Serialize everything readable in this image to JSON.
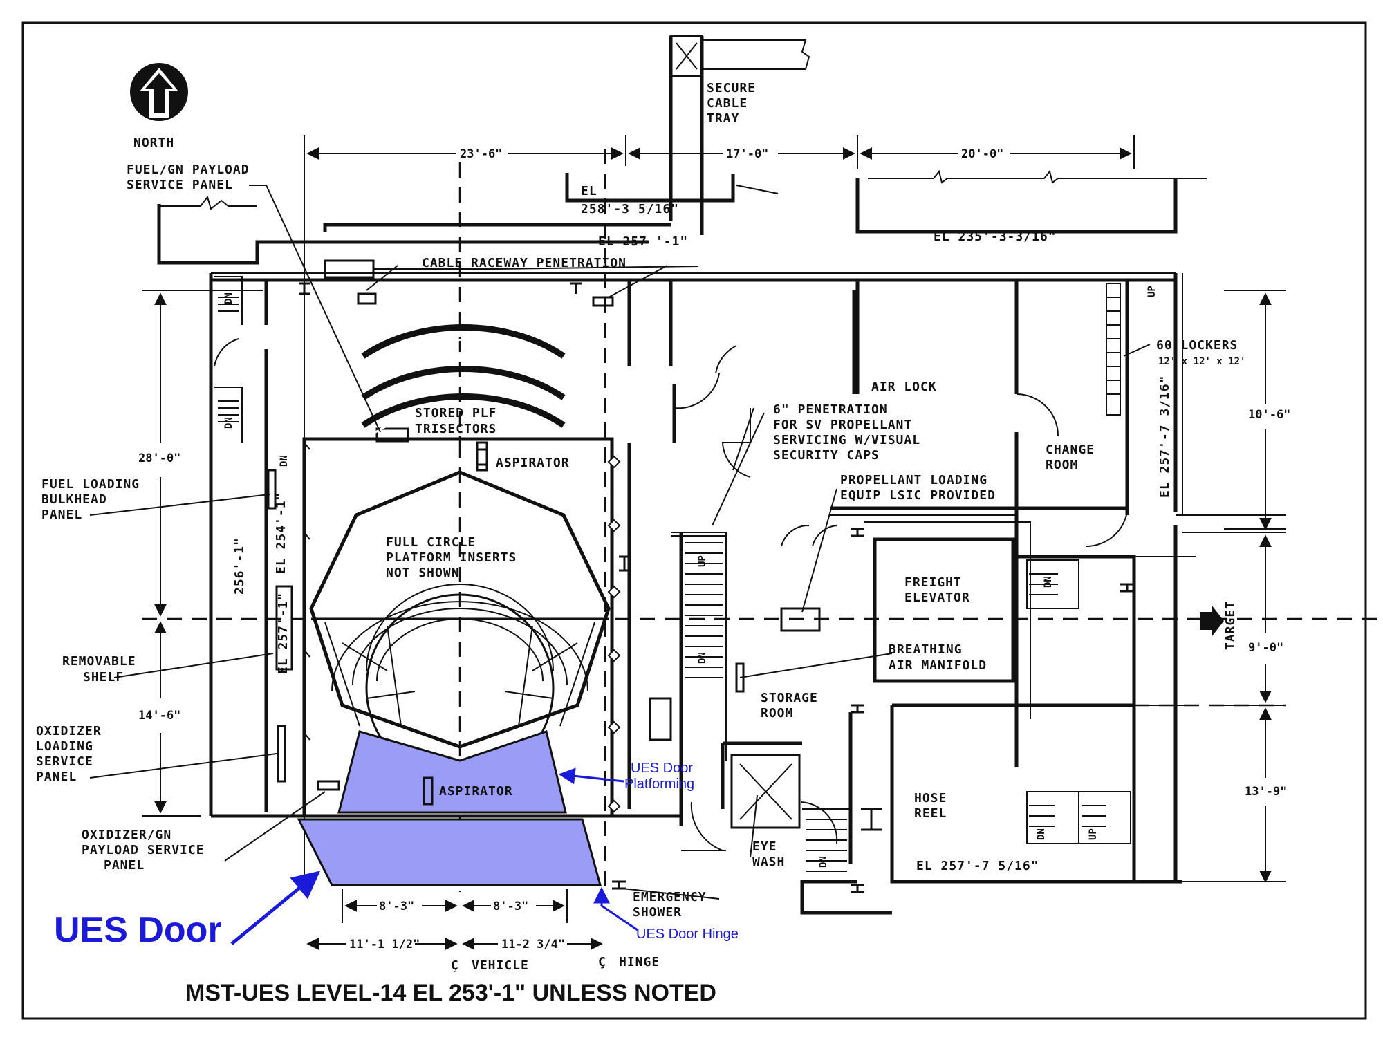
{
  "title": "MST-UES LEVEL-14 EL 253'-1\" UNLESS NOTED",
  "north_label": "NORTH",
  "labels": {
    "secure_cable_tray": [
      "SECURE",
      "CABLE",
      "TRAY"
    ],
    "fuel_gn_payload": [
      "FUEL/GN  PAYLOAD",
      "SERVICE  PANEL"
    ],
    "el_258": [
      "EL",
      "258'-3 5/16\""
    ],
    "el_257_top": "EL 257 '-1\"",
    "el_235": "EL  235'-3-3/16\"",
    "cable_raceway": "CABLE RACEWAY PENETRATION",
    "stored_plf": [
      "STORED PLF",
      "TRISECTORS"
    ],
    "aspirator_top": "ASPIRATOR",
    "aspirator_bottom": "ASPIRATOR",
    "full_circle": [
      "FULL CIRCLE",
      "PLATFORM  INSERTS",
      "NOT SHOWN"
    ],
    "fuel_loading": [
      "FUEL  LOADING",
      "BULKHEAD",
      "PANEL"
    ],
    "removable_shelf": [
      "REMOVABLE",
      "SHELF"
    ],
    "oxidizer_loading": [
      "OXIDIZER",
      "LOADING",
      "SERVICE",
      "PANEL"
    ],
    "oxidizer_gn": [
      "OXIDIZER/GN",
      "PAYLOAD  SERVICE",
      "PANEL"
    ],
    "air_lock": "AIR LOCK",
    "penetration_6": [
      "6\"  PENETRATION",
      "FOR SV PROPELLANT",
      "SERVICING W/VISUAL",
      "SECURITY CAPS"
    ],
    "propellant_loading": [
      "PROPELLANT  LOADING",
      "EQUIP LSIC PROVIDED"
    ],
    "change_room": [
      "CHANGE",
      "ROOM"
    ],
    "lockers": [
      "60  LOCKERS",
      "12' x 12' x 12'"
    ],
    "freight_elevator": [
      "FREIGHT",
      "ELEVATOR"
    ],
    "breathing_air": [
      "BREATHING",
      "AIR MANIFOLD"
    ],
    "storage_room": [
      "STORAGE",
      "ROOM"
    ],
    "hose_reel": [
      "HOSE",
      "REEL"
    ],
    "eye_wash": [
      "EYE",
      "WASH"
    ],
    "emergency_shower": [
      "EMERGENCY",
      "SHOWER"
    ],
    "el_257_bottom": "EL  257'-7 5/16\"",
    "el_257_right": "EL 257'-7 3/16\"",
    "el_254": "EL  254'-1\"",
    "el_256": "256'-1\"",
    "el_257_left": "EL 257'-1\"",
    "target": "TARGET",
    "vehicle": "VEHICLE",
    "hinge": "HINGE",
    "cl_symbol": "Ç",
    "up": "UP",
    "dn": "DN"
  },
  "dimensions": {
    "top": [
      "23'-6\"",
      "17'-0\"",
      "20'-0\""
    ],
    "left": [
      "28'-0\"",
      "14'-6\""
    ],
    "right": [
      "10'-6\"",
      "9'-0\"",
      "13'-9\""
    ],
    "bottom_inner": [
      "8'-3\"",
      "8'-3\""
    ],
    "bottom_outer": [
      "11'-1 1/2\"",
      "11-2 3/4\""
    ]
  },
  "annotations": {
    "ues_door": "UES Door",
    "ues_door_platforming": [
      "UES Door",
      "Platforming"
    ],
    "ues_door_hinge": "UES Door Hinge"
  },
  "colors": {
    "line": "#111111",
    "highlight_fill": "#9b9cf5",
    "annotation_blue": "#1a1ad8"
  }
}
